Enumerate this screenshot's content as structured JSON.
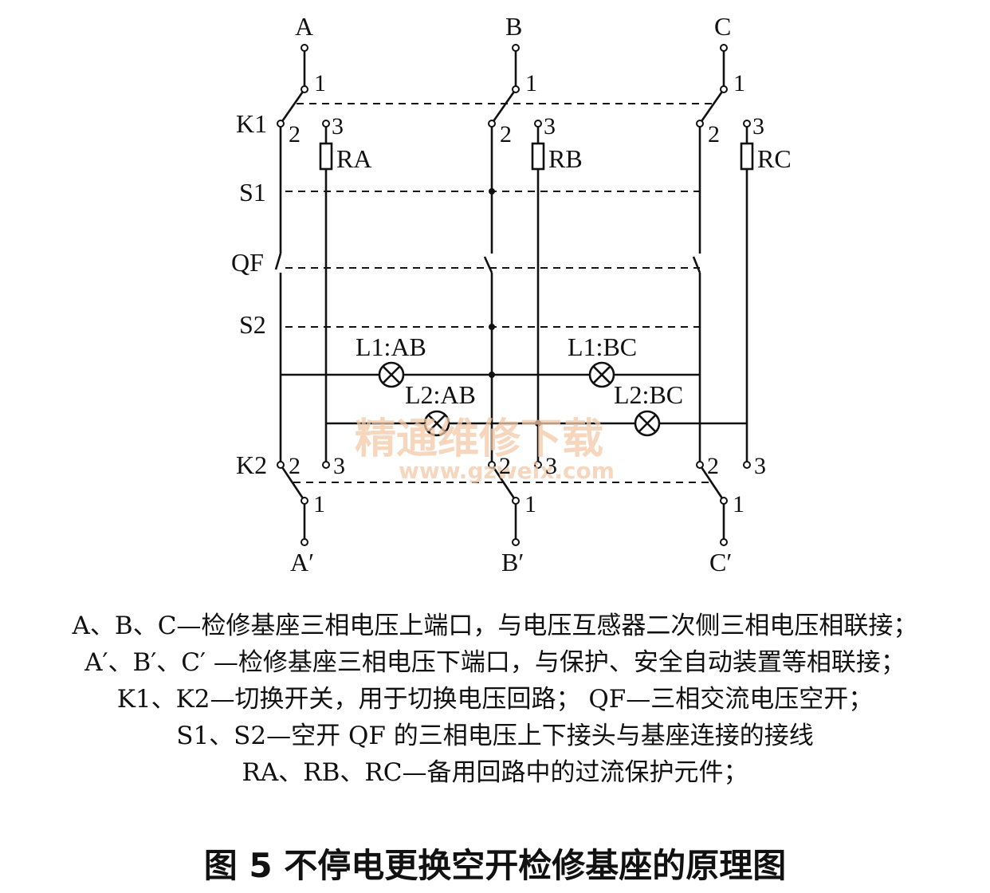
{
  "phases": {
    "a": "A",
    "b": "B",
    "c": "C",
    "a_out": "A′",
    "b_out": "B′",
    "c_out": "C′"
  },
  "components": {
    "k1": "K1",
    "k2": "K2",
    "s1": "S1",
    "s2": "S2",
    "qf": "QF",
    "ra": "RA",
    "rb": "RB",
    "rc": "RC"
  },
  "terminals": {
    "t1": "1",
    "t2": "2",
    "t3": "3"
  },
  "lamps": {
    "l1ab": "L1:AB",
    "l1bc": "L1:BC",
    "l2ab": "L2:AB",
    "l2bc": "L2:BC"
  },
  "watermark": {
    "cn": "精通维修下载",
    "url": "www.gzweix.com"
  },
  "legend": [
    "A、B、C—检修基座三相电压上端口，与电压互感器二次侧三相电压相联接；",
    "A′、B′、C′ —检修基座三相电压下端口，与保护、安全自动装置等相联接；",
    "K1、K2—切换开关，用于切换电压回路； QF—三相交流电压空开；",
    "S1、S2—空开 QF 的三相电压上下接头与基座连接的接线",
    "RA、RB、RC—备用回路中的过流保护元件；"
  ],
  "caption": "图 5   不停电更换空开检修基座的原理图"
}
